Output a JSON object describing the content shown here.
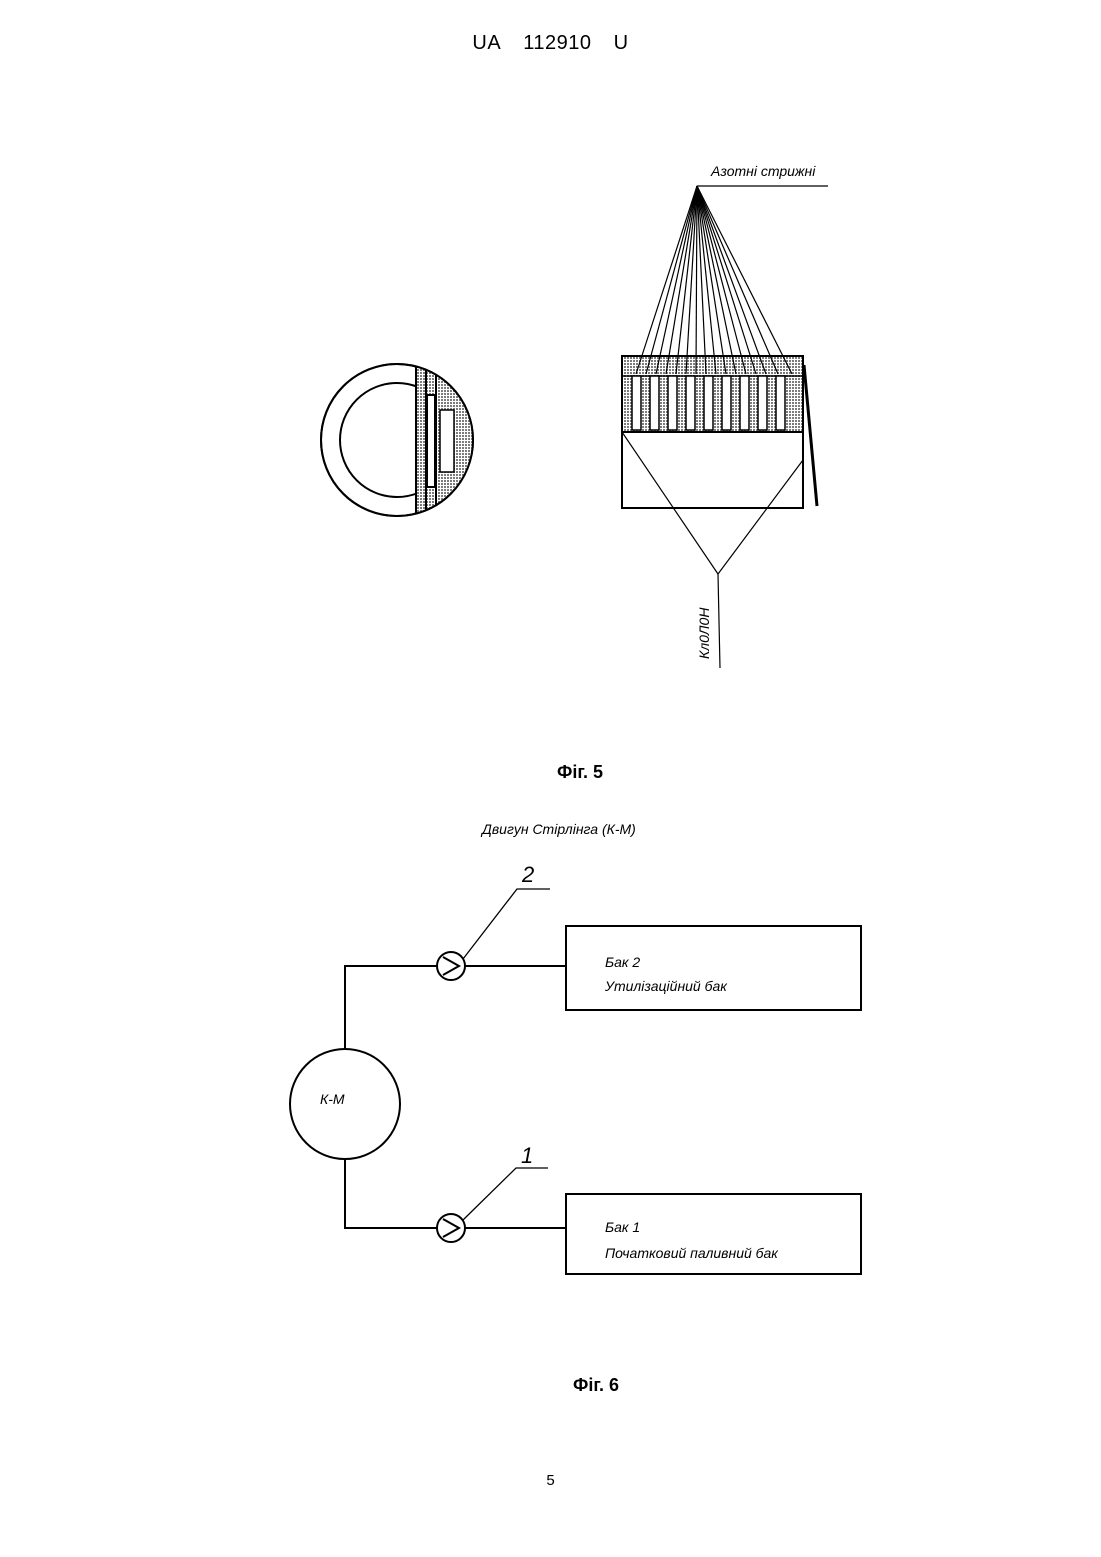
{
  "header": {
    "country": "UA",
    "number": "112910",
    "kind": "U"
  },
  "fig5": {
    "label_rods": "Азотні стрижні",
    "label_cylinder": "Кл0Л0Н",
    "caption": "Фіг. 5"
  },
  "fig6": {
    "title": "Двигун Стірлінга (К-М)",
    "engine": "К-М",
    "pump_top_number": "2",
    "pump_bottom_number": "1",
    "tank2_line1": "Бак 2",
    "tank2_line2": "Утилізаційний бак",
    "tank1_line1": "Бак 1",
    "tank1_line2": "Початковий паливний бак",
    "caption": "Фіг. 6"
  },
  "page_number": "5",
  "colors": {
    "ink": "#000000",
    "hatch": "#8a8a8a",
    "paper": "#ffffff"
  }
}
